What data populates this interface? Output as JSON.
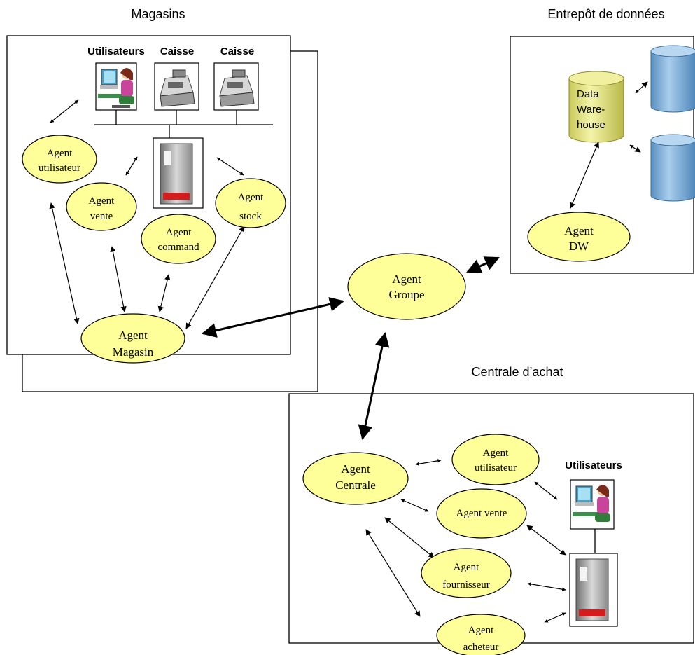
{
  "sections": {
    "magasins": "Magasins",
    "entrepot": "Entrepôt de données",
    "centrale": "Centrale d’achat"
  },
  "devices": {
    "users_store": "Utilisateurs",
    "caisse1": "Caisse",
    "caisse2": "Caisse",
    "users_central": "Utilisateurs"
  },
  "cylinder": [
    "Data",
    "Ware-",
    "house"
  ],
  "agents": {
    "utilisateur": [
      "Agent",
      "utilisateur"
    ],
    "vente": [
      "Agent",
      "vente"
    ],
    "command": [
      "Agent",
      "command"
    ],
    "stock": [
      "Agent",
      "stock"
    ],
    "magasin": [
      "Agent",
      "Magasin"
    ],
    "groupe": [
      "Agent",
      "Groupe"
    ],
    "dw": [
      "Agent",
      "DW"
    ],
    "centrale": [
      "Agent",
      "Centrale"
    ],
    "c_utilisateur": [
      "Agent",
      "utilisateur"
    ],
    "c_vente": [
      "Agent vente"
    ],
    "c_fournisseur": [
      "Agent",
      "fournisseur"
    ],
    "c_acheteur": [
      "Agent",
      "acheteur"
    ]
  },
  "colors": {
    "agent_fill": "#ffff99",
    "cylinder_fill": "#e6e67a",
    "db_fill": "#6fa6d6",
    "stroke": "#000000"
  }
}
